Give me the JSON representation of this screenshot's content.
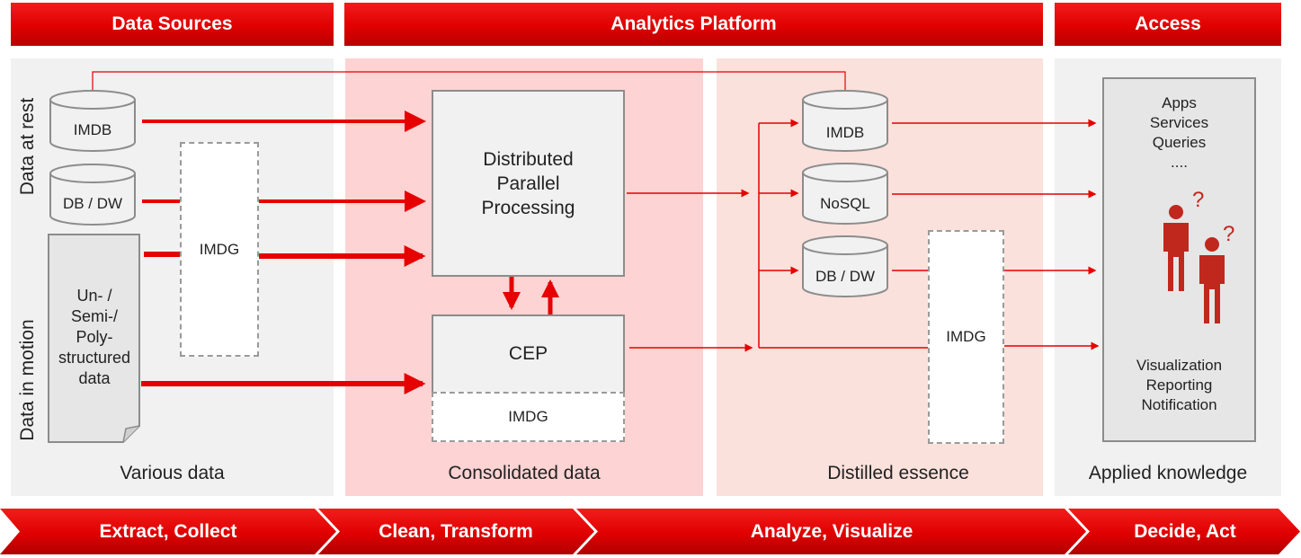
{
  "headers": {
    "data_sources": "Data Sources",
    "analytics_platform": "Analytics Platform",
    "access": "Access"
  },
  "side_labels": {
    "data_at_rest": "Data at rest",
    "data_in_motion": "Data in motion"
  },
  "sources": {
    "imdb": "IMDB",
    "db_dw": "DB / DW",
    "unstructured": [
      "Un- /",
      "Semi-/",
      "Poly-",
      "structured",
      "data"
    ],
    "imdg": "IMDG"
  },
  "platform": {
    "dpp": [
      "Distributed",
      "Parallel",
      "Processing"
    ],
    "cep": "CEP",
    "cep_imdg": "IMDG",
    "imdb": "IMDB",
    "nosql": "NoSQL",
    "db_dw": "DB / DW",
    "imdg": "IMDG"
  },
  "access": {
    "top_items": [
      "Apps",
      "Services",
      "Queries",
      "...."
    ],
    "bottom_items": [
      "Visualization",
      "Reporting",
      "Notification"
    ]
  },
  "captions": {
    "various": "Various data",
    "consolidated": "Consolidated data",
    "distilled": "Distilled essence",
    "applied": "Applied  knowledge"
  },
  "steps": {
    "extract": "Extract, Collect",
    "clean": "Clean, Transform",
    "analyze": "Analyze, Visualize",
    "decide": "Decide, Act"
  },
  "colors": {
    "accent_red": "#e60000",
    "header_red": "#e00000",
    "grey_panel": "#f1f1f1",
    "pink_panel": "#fdd3d3",
    "light_pink_panel": "#fbe1dc",
    "person_icon": "#c0281e"
  }
}
